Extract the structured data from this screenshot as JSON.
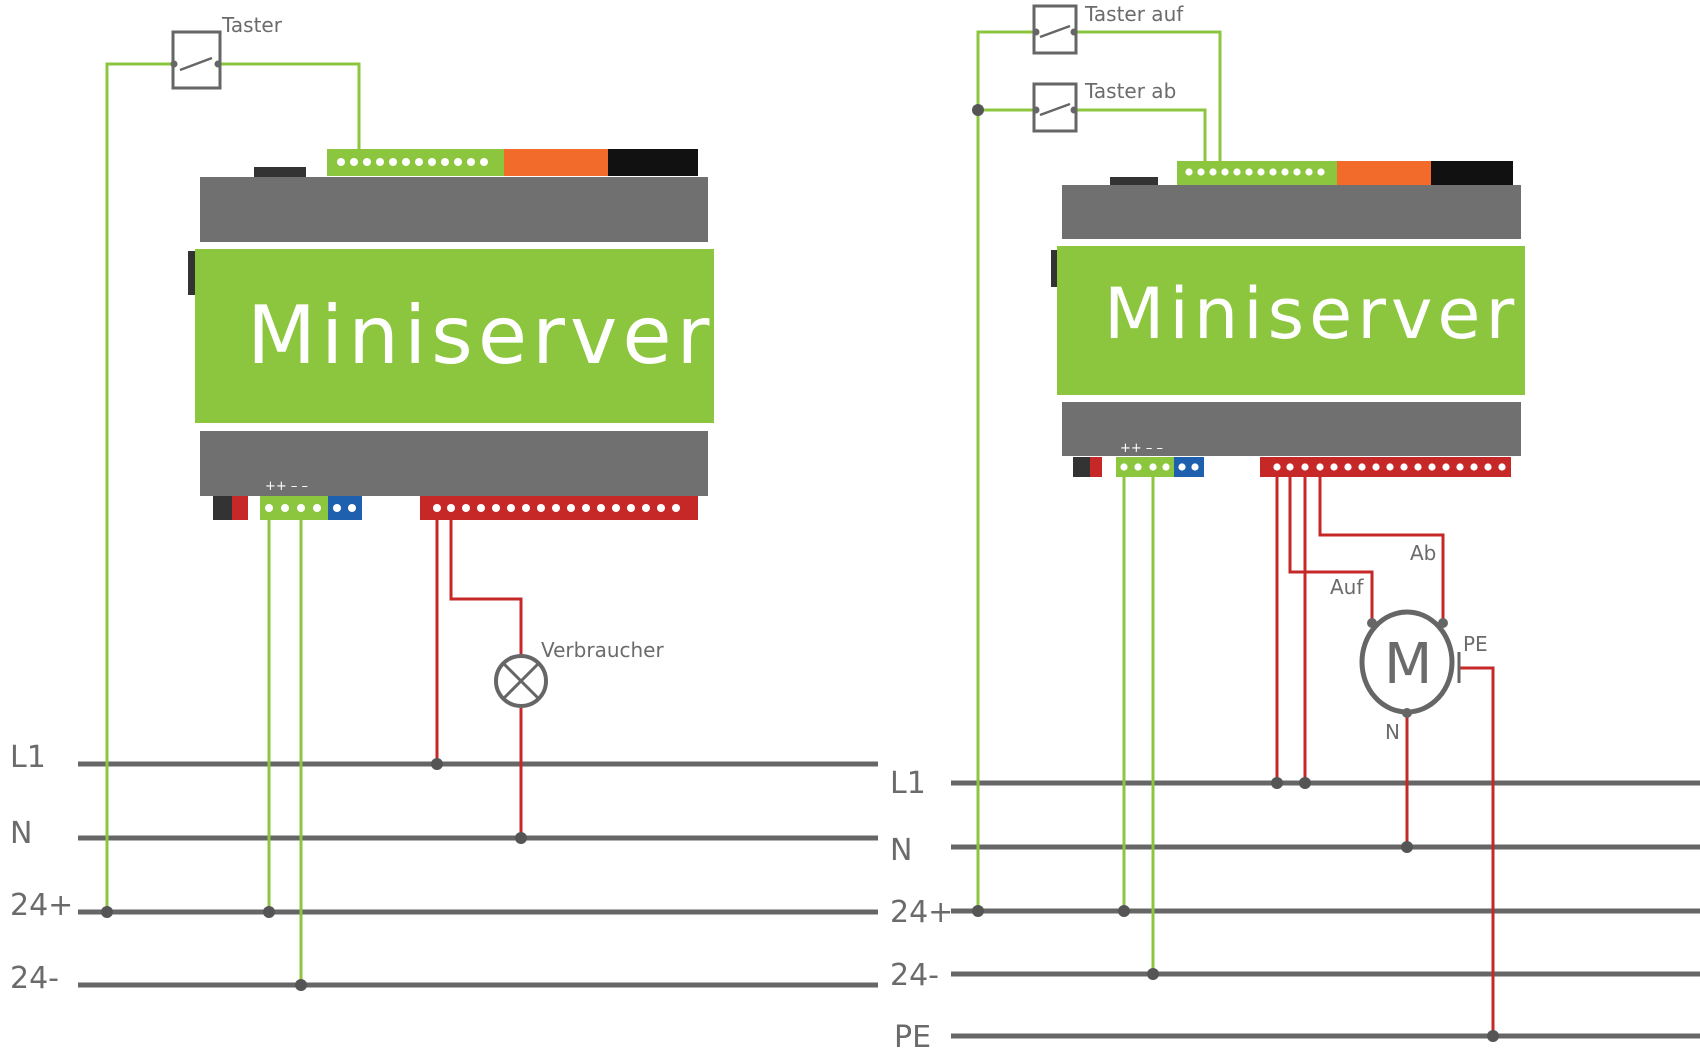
{
  "colors": {
    "green_wire": "#8cc63f",
    "red_wire": "#c62828",
    "bus": "#666666",
    "device_gray": "#707070",
    "device_green": "#8cc63f",
    "orange": "#f26b2a",
    "black": "#111111",
    "blue": "#1e5fae",
    "text": "#6b6b6b"
  },
  "left_diagram": {
    "device_name": "Miniserver",
    "switch_label": "Taster",
    "load_label": "Verbraucher",
    "power_marks": "++ – –",
    "bus_labels": [
      "L1",
      "N",
      "24+",
      "24-"
    ]
  },
  "right_diagram": {
    "device_name": "Miniserver",
    "switch_up_label": "Taster auf",
    "switch_down_label": "Taster ab",
    "power_marks": "++ – –",
    "motor_letter": "M",
    "motor_up_label": "Auf",
    "motor_down_label": "Ab",
    "motor_n_label": "N",
    "motor_pe_label": "PE",
    "bus_labels": [
      "L1",
      "N",
      "24+",
      "24-",
      "PE"
    ]
  }
}
